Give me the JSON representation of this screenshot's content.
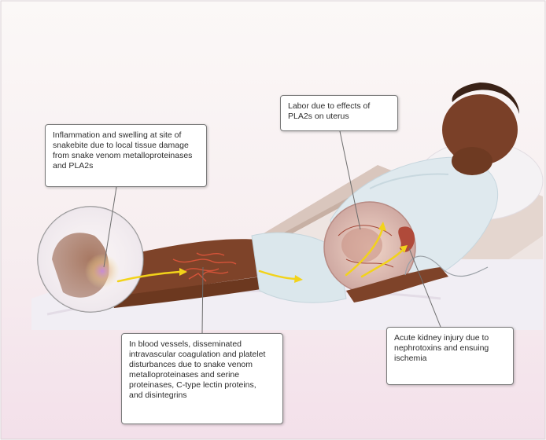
{
  "callouts": {
    "inflammation": "Inflammation and swelling at site of\nsnakebite due to local tissue damage\nfrom snake venom metalloproteinases\nand PLA2s",
    "labor": "Labor due to effects of\nPLA2s on uterus",
    "blood_vessels": "In blood vessels, disseminated\nintravascular coagulation and platelet\ndisturbances due to snake venom\nmetalloproteinases and serine\nproteinases, C-type lectin proteins,\nand disintegrins",
    "kidney": "Acute kidney injury due to\nnephrotoxins and ensuing\nischemia"
  },
  "colors": {
    "background_top": "#fbf6f6",
    "background_bottom": "#f5e3ec",
    "skin": "#8a4b2e",
    "gown": "#dfe9ee",
    "sheet": "#f2eef3",
    "arrow": "#f2d31a",
    "vessels": "#e0553b"
  }
}
